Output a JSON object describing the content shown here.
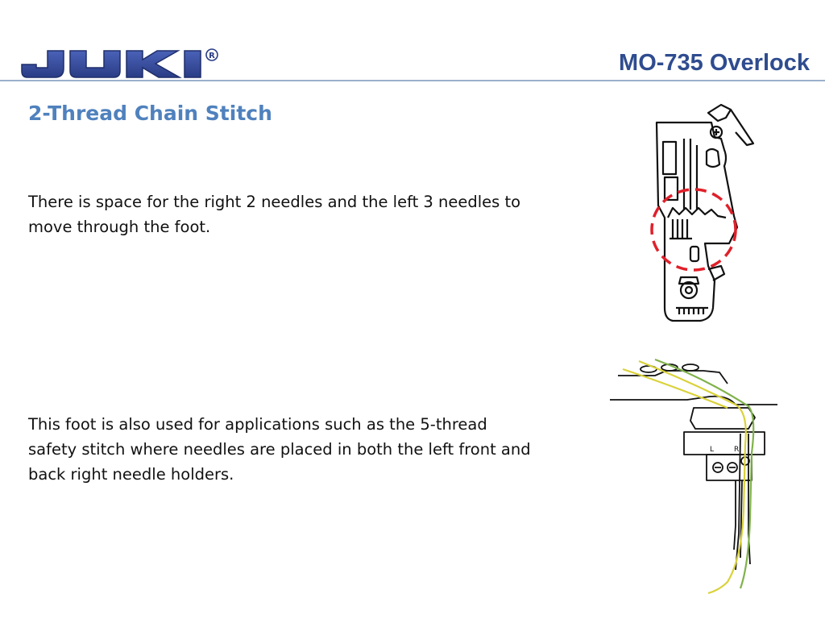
{
  "header": {
    "logo_text": "JUKI",
    "logo_mark": "®",
    "title": "MO-735 Overlock"
  },
  "slide": {
    "title": "2-Thread Chain Stitch",
    "paragraphs": [
      "There is space for the right 2 needles and the left 3 needles to move through the foot.",
      "This foot is also used for applications such as the 5-thread safety stitch where needles are placed in both the left front and back right needle holders."
    ]
  },
  "figures": {
    "foot": {
      "icon": "presser-foot-illustration",
      "highlight_color": "#e0202a"
    },
    "needles": {
      "icon": "needle-holder-illustration",
      "thread_colors": [
        "#d9d23a",
        "#7fb24a"
      ]
    }
  },
  "colors": {
    "brand": "#34499a",
    "header_title": "#2f4c8f",
    "slide_title": "#4f81bd",
    "rule": "#9cb0cc"
  }
}
